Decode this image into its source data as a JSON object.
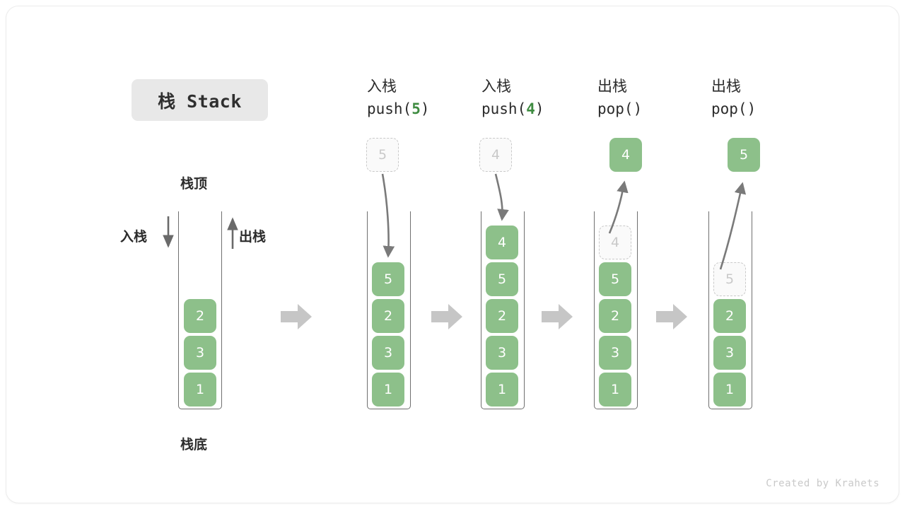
{
  "title": {
    "text": "栈 Stack"
  },
  "labels": {
    "stack_top": "栈顶",
    "stack_bottom": "栈底",
    "push_side": "入栈",
    "pop_side": "出栈"
  },
  "colors": {
    "element_fill": "#8dc08a",
    "element_text": "#ffffff",
    "ghost_fill": "#fafafa",
    "ghost_border": "#c9c9c9",
    "ghost_text": "#c9c9c9",
    "accent_green": "#3f8c41",
    "stack_wall": "#6f6f6f",
    "arrow_gray": "#7a7a7a",
    "step_arrow": "#c6c6c6",
    "badge_bg": "#e8e8e8",
    "watermark": "#c9c9c9"
  },
  "columns": [
    {
      "id": "initial",
      "op_label": "",
      "code_prefix": "",
      "code_arg": "",
      "code_suffix": "",
      "stack": [
        "2",
        "3",
        "1"
      ],
      "ghost_in_stack": null,
      "floating": null
    },
    {
      "id": "push-5",
      "op_label": "入栈",
      "code_prefix": "push(",
      "code_arg": "5",
      "code_suffix": ")",
      "stack": [
        "5",
        "2",
        "3",
        "1"
      ],
      "ghost_in_stack": null,
      "floating": {
        "value": "5",
        "style": "ghost"
      }
    },
    {
      "id": "push-4",
      "op_label": "入栈",
      "code_prefix": "push(",
      "code_arg": "4",
      "code_suffix": ")",
      "stack": [
        "4",
        "5",
        "2",
        "3",
        "1"
      ],
      "ghost_in_stack": null,
      "floating": {
        "value": "4",
        "style": "ghost"
      }
    },
    {
      "id": "pop-1",
      "op_label": "出栈",
      "code_prefix": "pop(",
      "code_arg": "",
      "code_suffix": ")",
      "stack": [
        "5",
        "2",
        "3",
        "1"
      ],
      "ghost_in_stack": {
        "value": "4"
      },
      "floating": {
        "value": "4",
        "style": "filled"
      }
    },
    {
      "id": "pop-2",
      "op_label": "出栈",
      "code_prefix": "pop(",
      "code_arg": "",
      "code_suffix": ")",
      "stack": [
        "2",
        "3",
        "1"
      ],
      "ghost_in_stack": {
        "value": "5"
      },
      "floating": {
        "value": "5",
        "style": "filled"
      }
    }
  ],
  "step_arrows": [
    {
      "name": "step-arrow-1"
    },
    {
      "name": "step-arrow-2"
    },
    {
      "name": "step-arrow-3"
    },
    {
      "name": "step-arrow-4"
    }
  ],
  "watermark": "Created by Krahets"
}
